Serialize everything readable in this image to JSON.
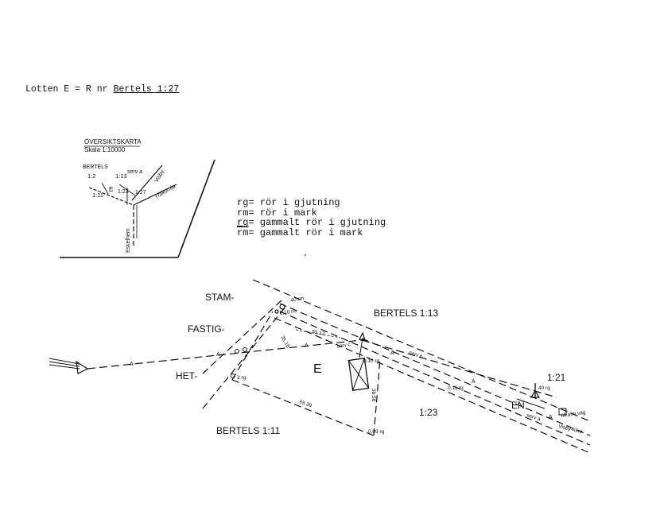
{
  "header": {
    "prefix": "Lotten E = R nr",
    "property": "Bertels 1:27"
  },
  "legend": [
    {
      "code": "rg",
      "text": "= rör i gjutning",
      "mark": "none"
    },
    {
      "code": "rm",
      "text": "= rör i mark",
      "mark": "none"
    },
    {
      "code": "rg",
      "text": "= gammalt rör i gjutning",
      "mark": "underline"
    },
    {
      "code": "rm",
      "text": "= gammalt rör i mark",
      "mark": "overline"
    }
  ],
  "overview": {
    "title": "ÖVERSIKTSKARTA",
    "scale": "Skala 1:10000",
    "labels": {
      "bertels": "BERTELS",
      "p12": "1:2",
      "p113": "1:13",
      "serv": "serv a",
      "visby": "Visby",
      "p127": "1:27",
      "trakumla": "Träkumla",
      "p123": "1:23",
      "p111": "1:11",
      "e": "E",
      "eskelhem": "Eskelhem"
    }
  },
  "plan": {
    "labels": {
      "stam": "STAM-",
      "fastig": "FASTIG-",
      "het": "HET-",
      "bertels_top": "BERTELS  1:13",
      "bertels_bottom": "BERTELS  1:11",
      "e": "E",
      "p123": "1:23",
      "p121": "1:21",
      "en": "EN",
      "rm40": "40 rm",
      "rm010": "0,10 rm",
      "m5512": "55.12",
      "m3516": "35.16",
      "serv_c": "serv c",
      "rg010": "0,10 rg",
      "serv_b": "serv b",
      "rg3": "3 rg",
      "m6539": "65.39",
      "m3658": "36.58",
      "rg009": "0,09 rg",
      "rg011": "0,11 rg",
      "rg40": "40 rg",
      "serv_a": "serv a",
      "afm": "till afm väg",
      "visby_klint": "Visby-Klint"
    }
  }
}
